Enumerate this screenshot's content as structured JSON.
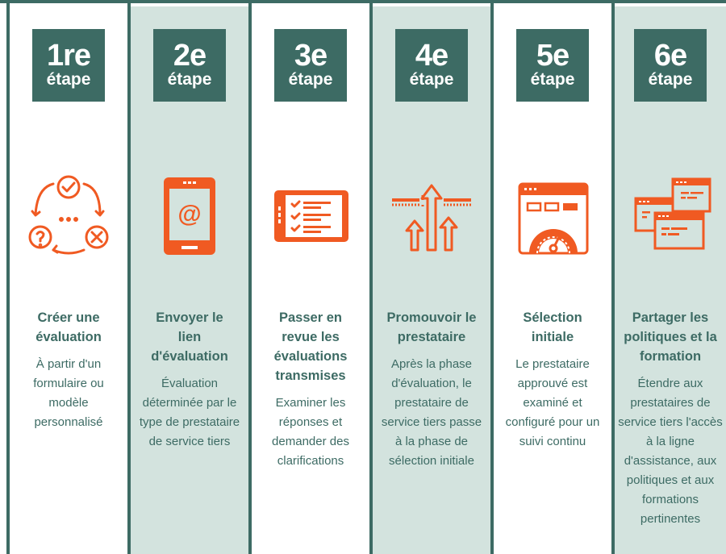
{
  "colors": {
    "accent": "#f05a22",
    "teal": "#3d6b64",
    "shade": "#d3e3de",
    "background": "#ffffff"
  },
  "steps": [
    {
      "number": "1re",
      "word": "étape",
      "icon": "cycle-check-question-x-icon",
      "title": "Créer une évaluation",
      "description": "À partir d'un formulaire ou modèle personnalisé"
    },
    {
      "number": "2e",
      "word": "étape",
      "icon": "tablet-at-sign-icon",
      "title": "Envoyer le lien d'évaluation",
      "description": "Évaluation déterminée par le type de prestataire de service tiers"
    },
    {
      "number": "3e",
      "word": "étape",
      "icon": "checklist-screen-icon",
      "title": "Passer en revue les évaluations transmises",
      "description": "Examiner les réponses et demander des clarifications"
    },
    {
      "number": "4e",
      "word": "étape",
      "icon": "upward-arrows-icon",
      "title": "Promouvoir le prestataire",
      "description": "Après la phase d'évaluation, le prestataire de service tiers passe à la phase de sélection initiale"
    },
    {
      "number": "5e",
      "word": "étape",
      "icon": "dashboard-gauge-icon",
      "title": "Sélection initiale",
      "description": "Le prestataire approuvé est examiné et configuré pour un suivi continu"
    },
    {
      "number": "6e",
      "word": "étape",
      "icon": "stacked-windows-icon",
      "title": "Partager les politiques et la formation",
      "description": "Étendre aux prestataires de service tiers l'accès à la ligne d'assistance, aux politiques et aux formations pertinentes"
    }
  ]
}
